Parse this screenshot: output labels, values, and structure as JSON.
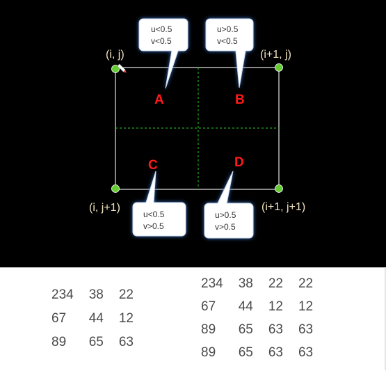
{
  "corners": {
    "top_left": "(i, j)",
    "top_right": "(i+1, j)",
    "bottom_left": "(i, j+1)",
    "bottom_right": "(i+1, j+1)"
  },
  "regions": {
    "a": "A",
    "b": "B",
    "c": "C",
    "d": "D"
  },
  "bubbles": {
    "a": {
      "line1": "u<0.5",
      "line2": "v<0.5"
    },
    "b": {
      "line1": "u>0.5",
      "line2": "v<0.5"
    },
    "c": {
      "line1": "u<0.5",
      "line2": "v>0.5"
    },
    "d": {
      "line1": "u>0.5",
      "line2": "v>0.5"
    }
  },
  "matrix_small": [
    [
      "234",
      "38",
      "22"
    ],
    [
      "67",
      "44",
      "12"
    ],
    [
      "89",
      "65",
      "63"
    ]
  ],
  "matrix_large": [
    [
      "234",
      "38",
      "22",
      "22"
    ],
    [
      "67",
      "44",
      "12",
      "12"
    ],
    [
      "89",
      "65",
      "63",
      "63"
    ],
    [
      "89",
      "65",
      "63",
      "63"
    ]
  ],
  "colors": {
    "background": "#000000",
    "grid_border": "#e6e6e6",
    "midlines": "#22aa22",
    "corner_dot": "#66cc33",
    "region_label": "#ff1a1a",
    "corner_label": "#f1e3c0",
    "bubble_glow": "#3a7bd5"
  },
  "icons": {
    "pencil": "pencil-icon"
  }
}
